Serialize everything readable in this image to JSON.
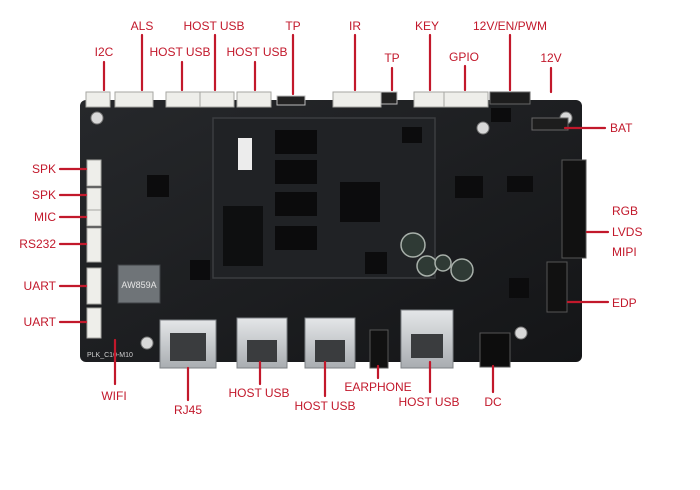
{
  "labels": {
    "i2c": "I2C",
    "als": "ALS",
    "host_usb_top_1": "HOST USB",
    "host_usb_top_2": "HOST USB",
    "host_usb_top_3": "HOST USB",
    "tp_top": "TP",
    "ir": "IR",
    "tp_mid": "TP",
    "key": "KEY",
    "gpio": "GPIO",
    "power_ctrl": "12V/EN/PWM",
    "v12": "12V",
    "bat": "BAT",
    "spk_1": "SPK",
    "spk_2": "SPK",
    "mic": "MIC",
    "rs232": "RS232",
    "uart_1": "UART",
    "uart_2": "UART",
    "rgb": "RGB",
    "lvds": "LVDS",
    "mipi": "MIPI",
    "edp": "EDP",
    "wifi": "WIFI",
    "rj45": "RJ45",
    "host_usb_bottom_1": "HOST USB",
    "host_usb_bottom_2": "HOST USB",
    "earphone": "EARPHONE",
    "host_usb_bottom_3": "HOST USB",
    "dc": "DC"
  },
  "board": {
    "silk_model": "PLK_C10-M10",
    "wifi_chip": "AW859A"
  },
  "colors": {
    "label": "#c2182b",
    "pcb": "#1b1c1e",
    "connector": "#eeeeea",
    "metal": "#c9ccce"
  }
}
